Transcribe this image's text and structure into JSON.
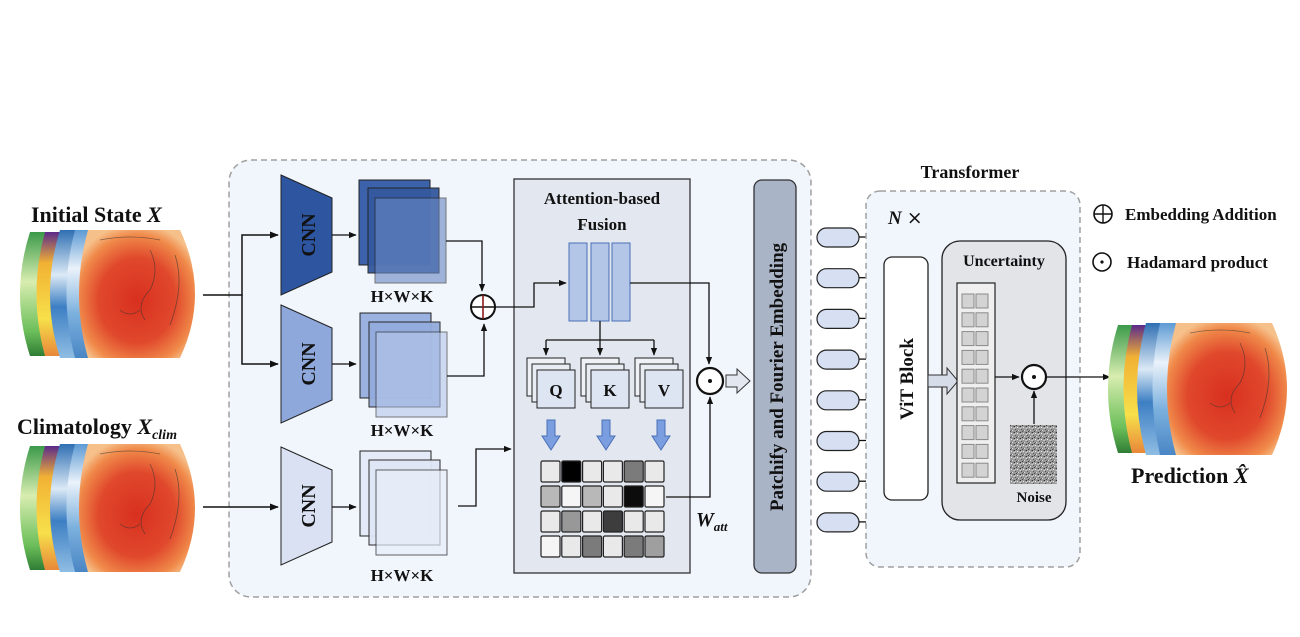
{
  "inputs": {
    "initial_state": {
      "label": "Initial State ",
      "symbol": "X"
    },
    "climatology": {
      "label": "Climatology ",
      "symbol": "X",
      "subscript": "clim"
    }
  },
  "encoders": [
    {
      "label": "CNN",
      "color": "#2e55a0",
      "feature_label": "H×W×K"
    },
    {
      "label": "CNN",
      "color": "#8fa8dc",
      "feature_label": "H×W×K"
    },
    {
      "label": "CNN",
      "color": "#d9e1f3",
      "feature_label": "H×W×K"
    }
  ],
  "fusion": {
    "title_line1": "Attention-based",
    "title_line2": "Fusion",
    "qkv": [
      "Q",
      "K",
      "V"
    ],
    "attention_matrix": [
      [
        0.95,
        0.0,
        0.95,
        0.95,
        0.5,
        0.95
      ],
      [
        0.75,
        1.0,
        0.75,
        0.95,
        0.05,
        1.0
      ],
      [
        0.95,
        0.62,
        0.95,
        0.25,
        0.95,
        0.95
      ],
      [
        1.0,
        0.95,
        0.5,
        0.95,
        0.5,
        0.65
      ]
    ],
    "weight_symbol": "W",
    "weight_subscript": "att"
  },
  "embedding": {
    "label": "Patchify and Fourier Embedding",
    "token_count": 8
  },
  "transformer": {
    "title": "Transformer",
    "repeat_label": "N",
    "repeat_times": "×",
    "vit_label": "ViT Block",
    "uncertainty_label": "Uncertainty",
    "noise_label": "Noise",
    "uncertainty_rows": 10
  },
  "legend": [
    {
      "icon": "oplus-icon",
      "label": "Embedding Addition"
    },
    {
      "icon": "odot-icon",
      "label": "Hadamard product"
    }
  ],
  "output": {
    "label": "Prediction ",
    "symbol": "X̂"
  },
  "colors": {
    "panel_bg": "#f1f5fc",
    "fusion_bg": "#e3e8f0",
    "embed_bg": "#a9b4c6",
    "token_fill": "#d6e0f2",
    "arrow_blue": "#7a9ee0",
    "qkv_fill": "#b4c6e8"
  }
}
